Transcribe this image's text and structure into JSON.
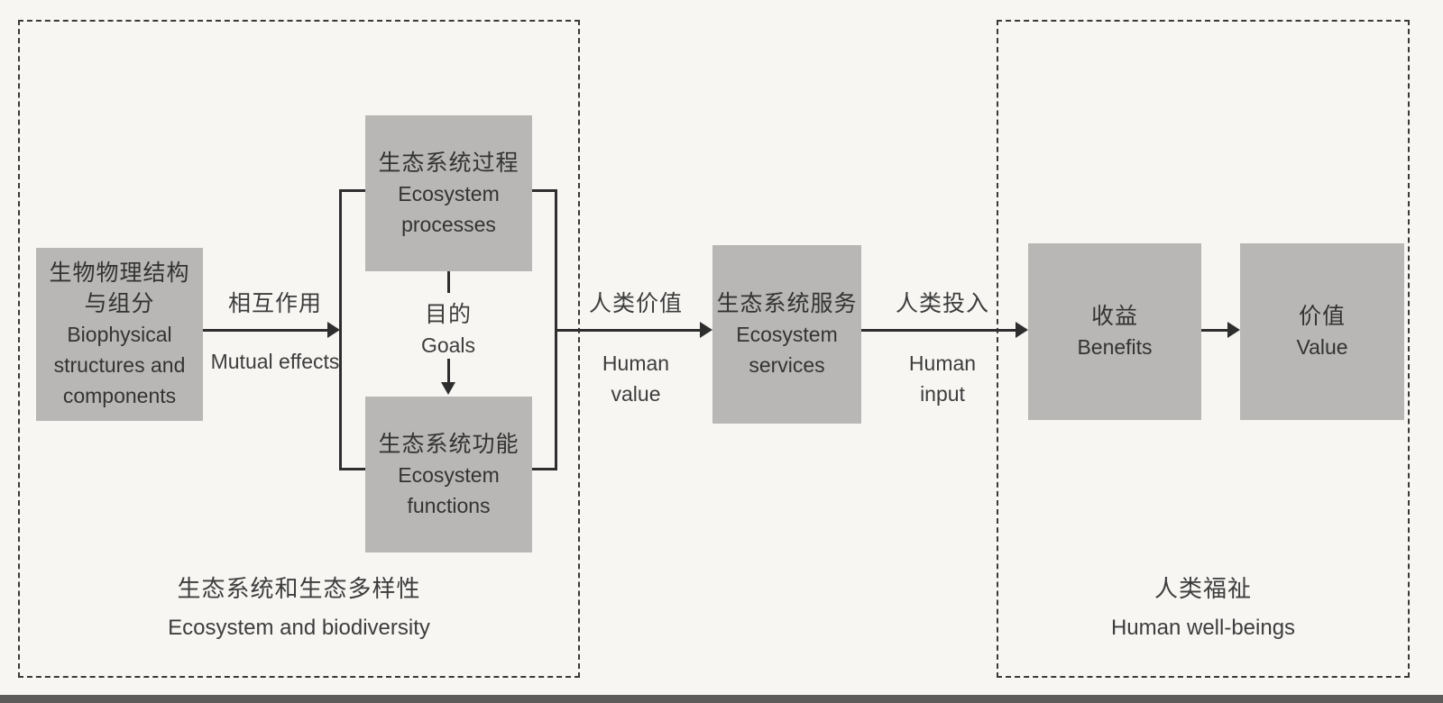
{
  "groups": {
    "ecosystem": {
      "label_cn": "生态系统和生态多样性",
      "label_en": "Ecosystem and biodiversity"
    },
    "human": {
      "label_cn": "人类福祉",
      "label_en": "Human well-beings"
    }
  },
  "nodes": {
    "biophysical": {
      "lines": [
        "生物物理结构",
        "与组分",
        "Biophysical",
        "structures and",
        "components"
      ]
    },
    "processes": {
      "lines": [
        "生态系统过程",
        "Ecosystem",
        "processes"
      ]
    },
    "goals": {
      "lines": [
        "目的",
        "Goals"
      ]
    },
    "functions": {
      "lines": [
        "生态系统功能",
        "Ecosystem",
        "functions"
      ]
    },
    "services": {
      "lines": [
        "生态系统服务",
        "Ecosystem",
        "services"
      ]
    },
    "benefits": {
      "lines": [
        "收益",
        "Benefits"
      ]
    },
    "value": {
      "lines": [
        "价值",
        "Value"
      ]
    }
  },
  "edges": {
    "mutual_effects": {
      "cn": "相互作用",
      "en": "Mutual effects"
    },
    "human_value": {
      "cn": "人类价值",
      "en_line1": "Human",
      "en_line2": "value"
    },
    "human_input": {
      "cn": "人类投入",
      "en_line1": "Human",
      "en_line2": "input"
    }
  },
  "colors": {
    "node_fill": "#b8b7b5",
    "line": "#2e2e2e",
    "background": "#f7f6f3",
    "dashed_border": "#3a3a3a"
  }
}
